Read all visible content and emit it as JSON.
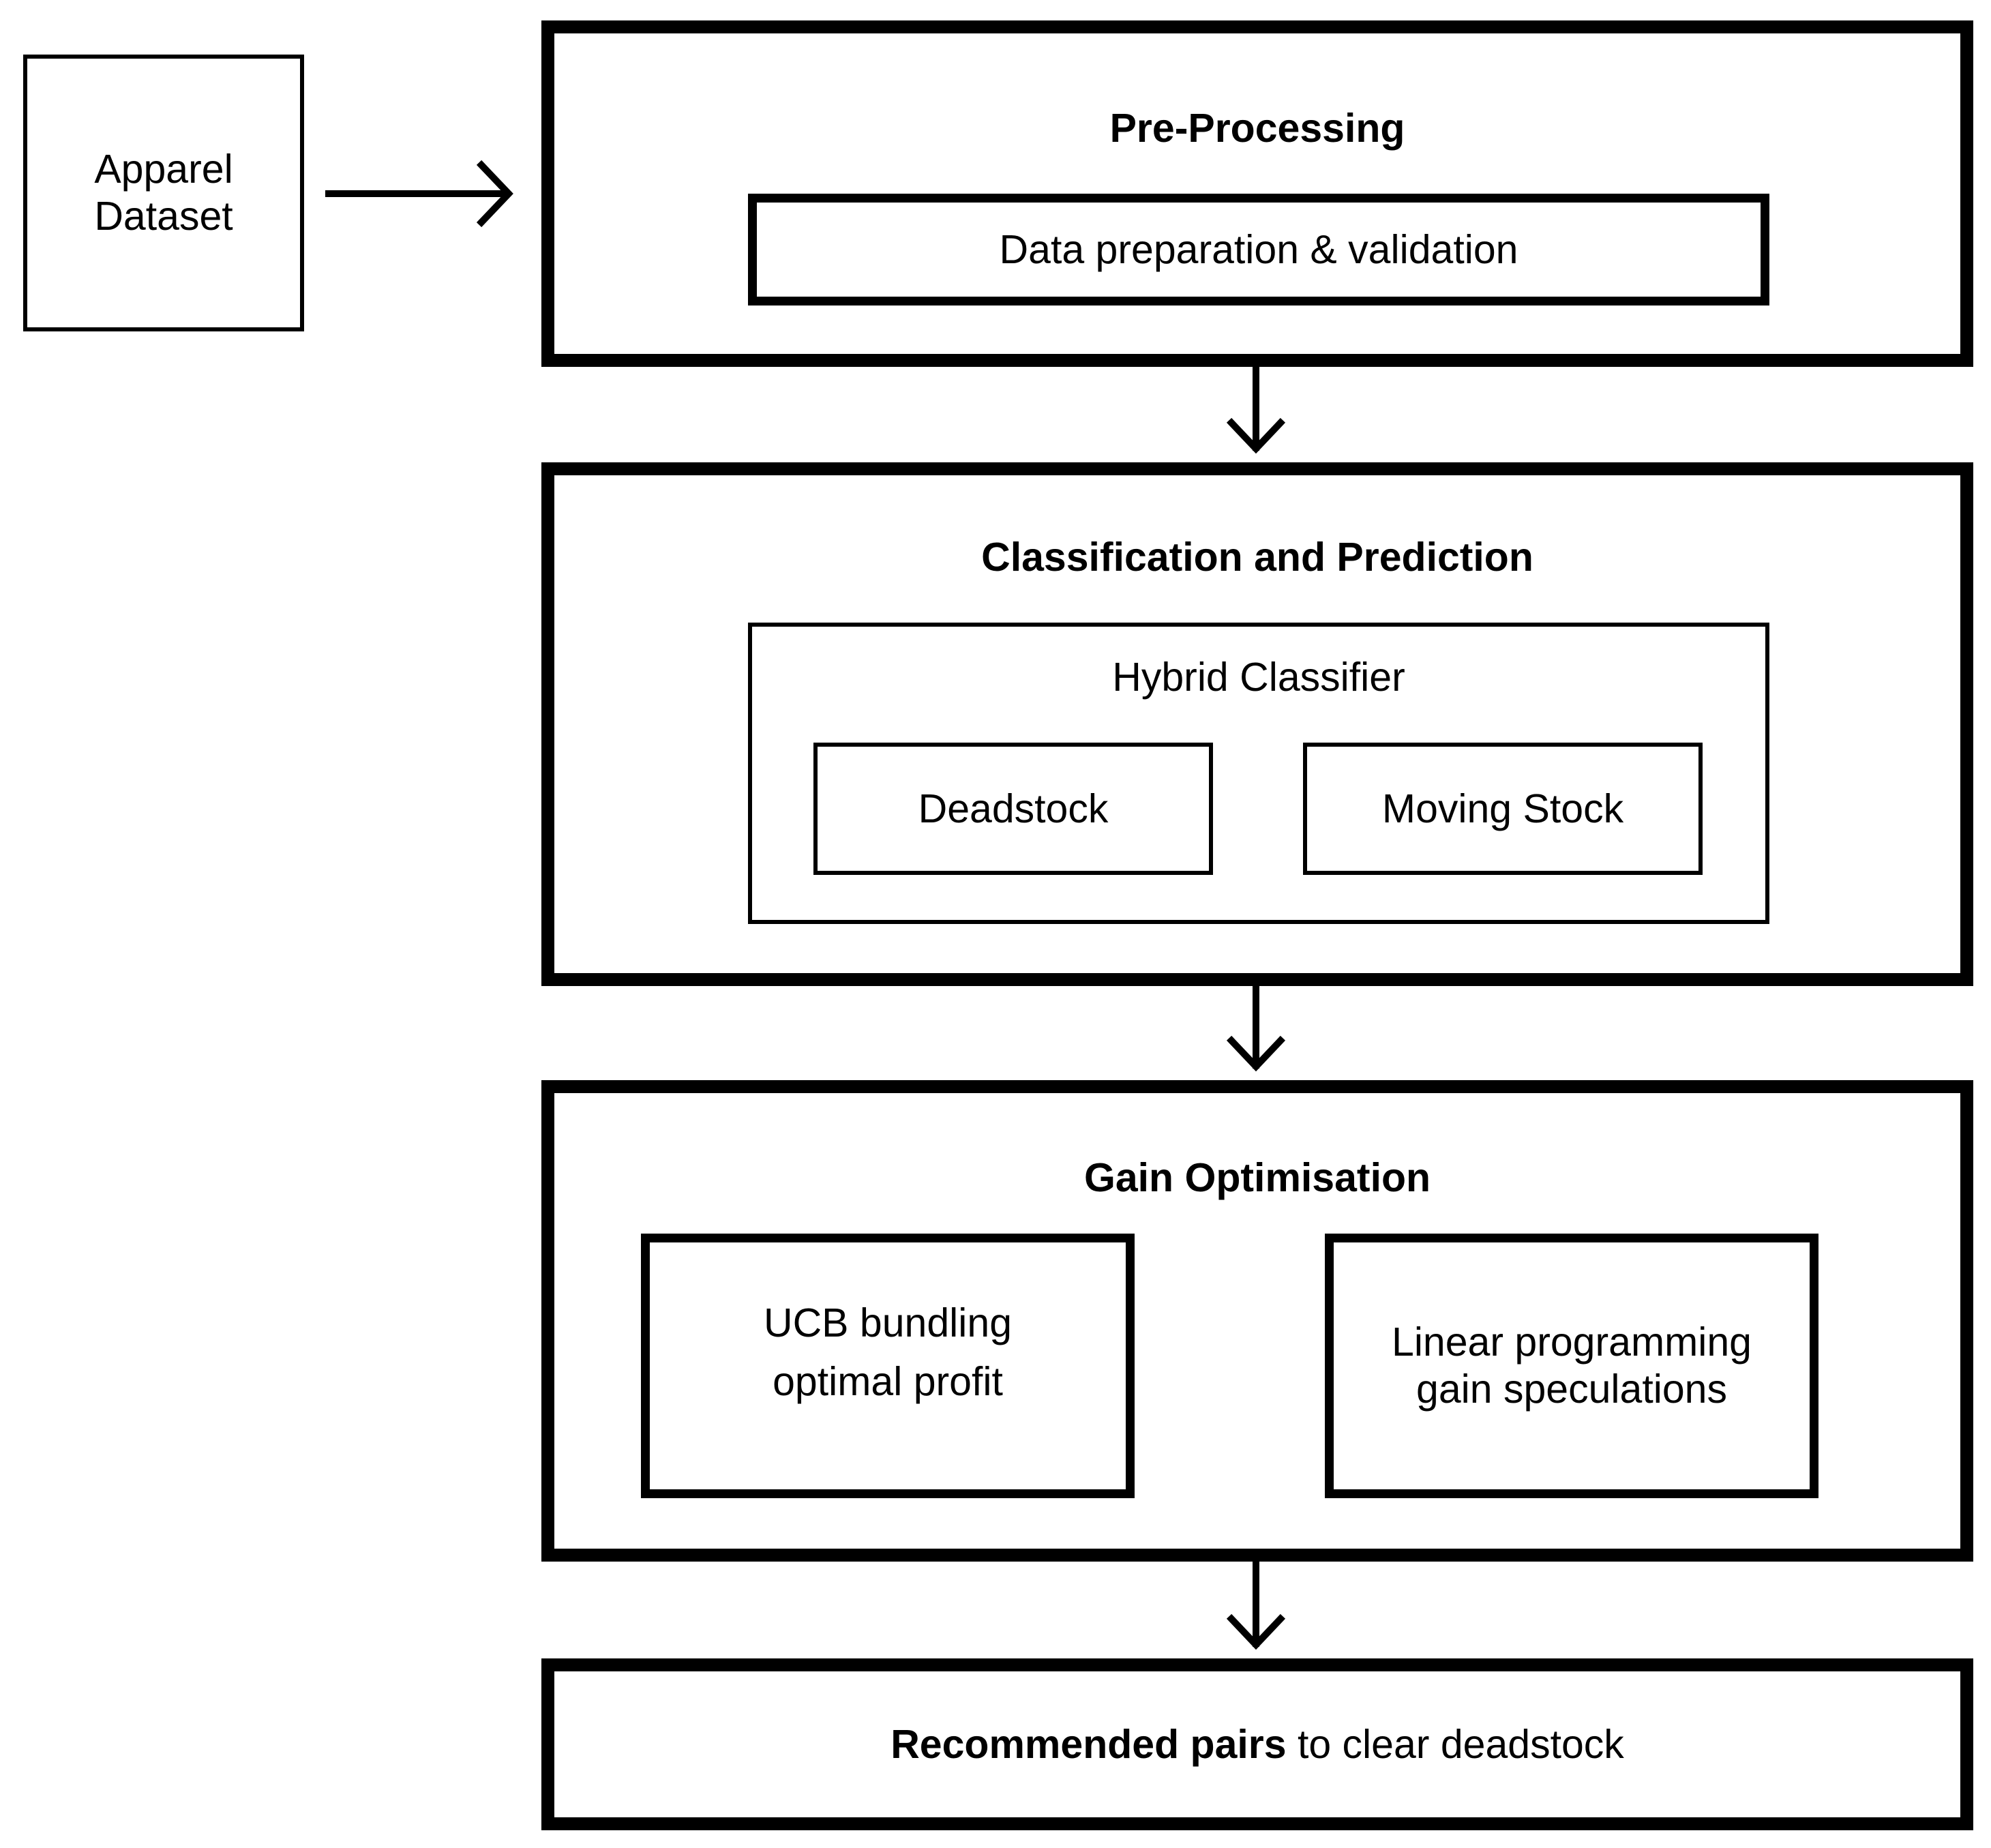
{
  "input": {
    "label": "Apparel\nDataset"
  },
  "stages": {
    "preprocessing": {
      "title": "Pre-Processing",
      "step": "Data preparation & validation"
    },
    "classification": {
      "title": "Classification and Prediction",
      "classifier": "Hybrid Classifier",
      "classes": [
        "Deadstock",
        "Moving Stock"
      ]
    },
    "gain": {
      "title": "Gain Optimisation",
      "methods": [
        "UCB bundling\noptimal profit",
        "Linear programming\ngain speculations"
      ]
    }
  },
  "output": {
    "bold": "Recommended pairs",
    "rest": " to clear deadstock"
  }
}
